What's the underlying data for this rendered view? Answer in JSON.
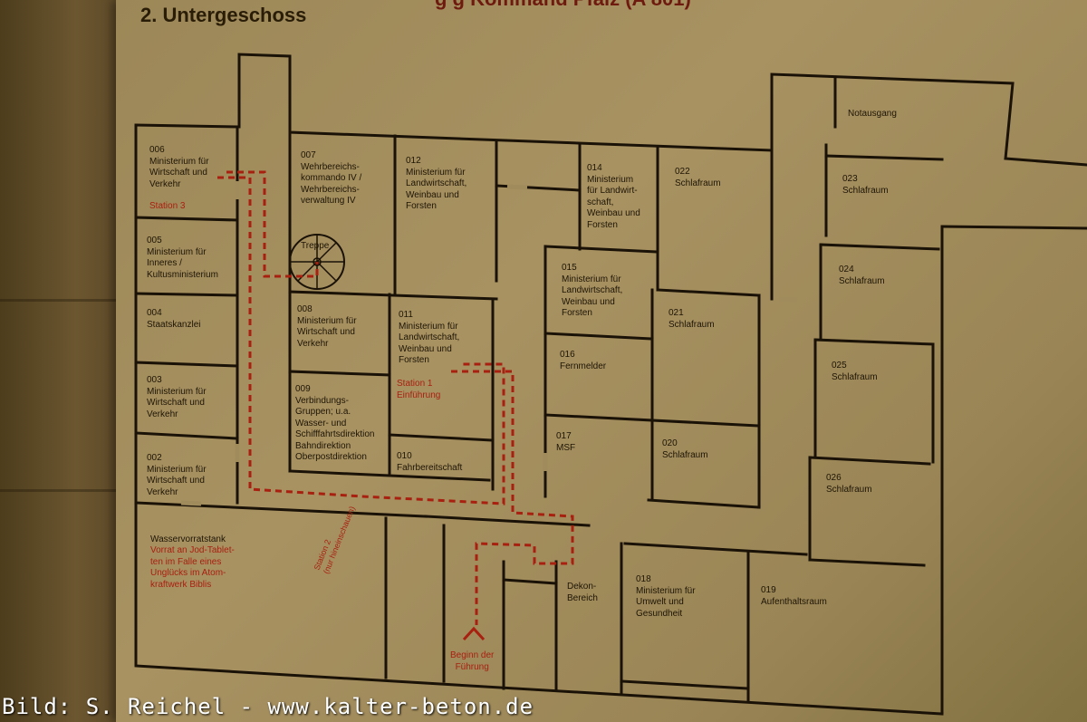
{
  "heading": "2. Untergeschoss",
  "heading_top": "g  g  Kommand  Pfalz (A 801)",
  "rooms": [
    {
      "id": "006",
      "label": "006\nMinisterium für\nWirtschaft und\nVerkehr"
    },
    {
      "id": "005",
      "label": "005\nMinisterium für\nInneres /\nKultusministerium"
    },
    {
      "id": "004",
      "label": "004\nStaatskanzlei"
    },
    {
      "id": "003",
      "label": "003\nMinisterium für\nWirtschaft und\nVerkehr"
    },
    {
      "id": "002",
      "label": "002\nMinisterium für\nWirtschaft und\nVerkehr"
    },
    {
      "id": "007",
      "label": "007\nWehrbereichs-\nkommando IV /\nWehrbereichs-\nverwaltung IV"
    },
    {
      "id": "treppe",
      "label": "Treppe"
    },
    {
      "id": "008",
      "label": "008\nMinisterium für\nWirtschaft und\nVerkehr"
    },
    {
      "id": "009",
      "label": "009\nVerbindungs-\nGruppen; u.a.\nWasser- und\nSchifffahrtsdirektion\nBahndirektion\nOberpostdirektion"
    },
    {
      "id": "012",
      "label": "012\nMinisterium für\nLandwirtschaft,\nWeinbau und\nForsten"
    },
    {
      "id": "011",
      "label": "011\nMinisterium für\nLandwirtschaft,\nWeinbau und\nForsten"
    },
    {
      "id": "010",
      "label": "010\nFahrbereitschaft"
    },
    {
      "id": "014",
      "label": "014\nMinisterium\nfür Landwirt-\nschaft,\nWeinbau und\nForsten"
    },
    {
      "id": "015",
      "label": "015\nMinisterium für\nLandwirtschaft,\nWeinbau und\nForsten"
    },
    {
      "id": "016",
      "label": "016\nFernmelder"
    },
    {
      "id": "017",
      "label": "017\nMSF"
    },
    {
      "id": "022",
      "label": "022\nSchlafraum"
    },
    {
      "id": "021",
      "label": "021\nSchlafraum"
    },
    {
      "id": "020",
      "label": "020\nSchlafraum"
    },
    {
      "id": "023",
      "label": "023\nSchlafraum"
    },
    {
      "id": "024",
      "label": "024\nSchlafraum"
    },
    {
      "id": "025",
      "label": "025\nSchlafraum"
    },
    {
      "id": "026",
      "label": "026\nSchlafraum"
    },
    {
      "id": "notausgang",
      "label": "Notausgang"
    },
    {
      "id": "wasser",
      "label": "Wasservorratstank"
    },
    {
      "id": "dekon",
      "label": "Dekon-\nBereich"
    },
    {
      "id": "018",
      "label": "018\nMinisterium für\nUmwelt und\nGesundheit"
    },
    {
      "id": "019",
      "label": "019\nAufenthaltsraum"
    }
  ],
  "stations": {
    "station3": "Station 3",
    "station1": "Station 1\nEinführung",
    "station2": "Station 2\n(nur hineinschauen)",
    "jod": "Vorrat an Jod-Tablet-\nten im Falle eines\nUnglücks im Atom-\nkraftwerk Biblis",
    "beginn": "Beginn der\nFührung"
  },
  "colors": {
    "wall": "#1a1206",
    "route": "#a8200f"
  },
  "credit": "Bild: S. Reichel - www.kalter-beton.de"
}
